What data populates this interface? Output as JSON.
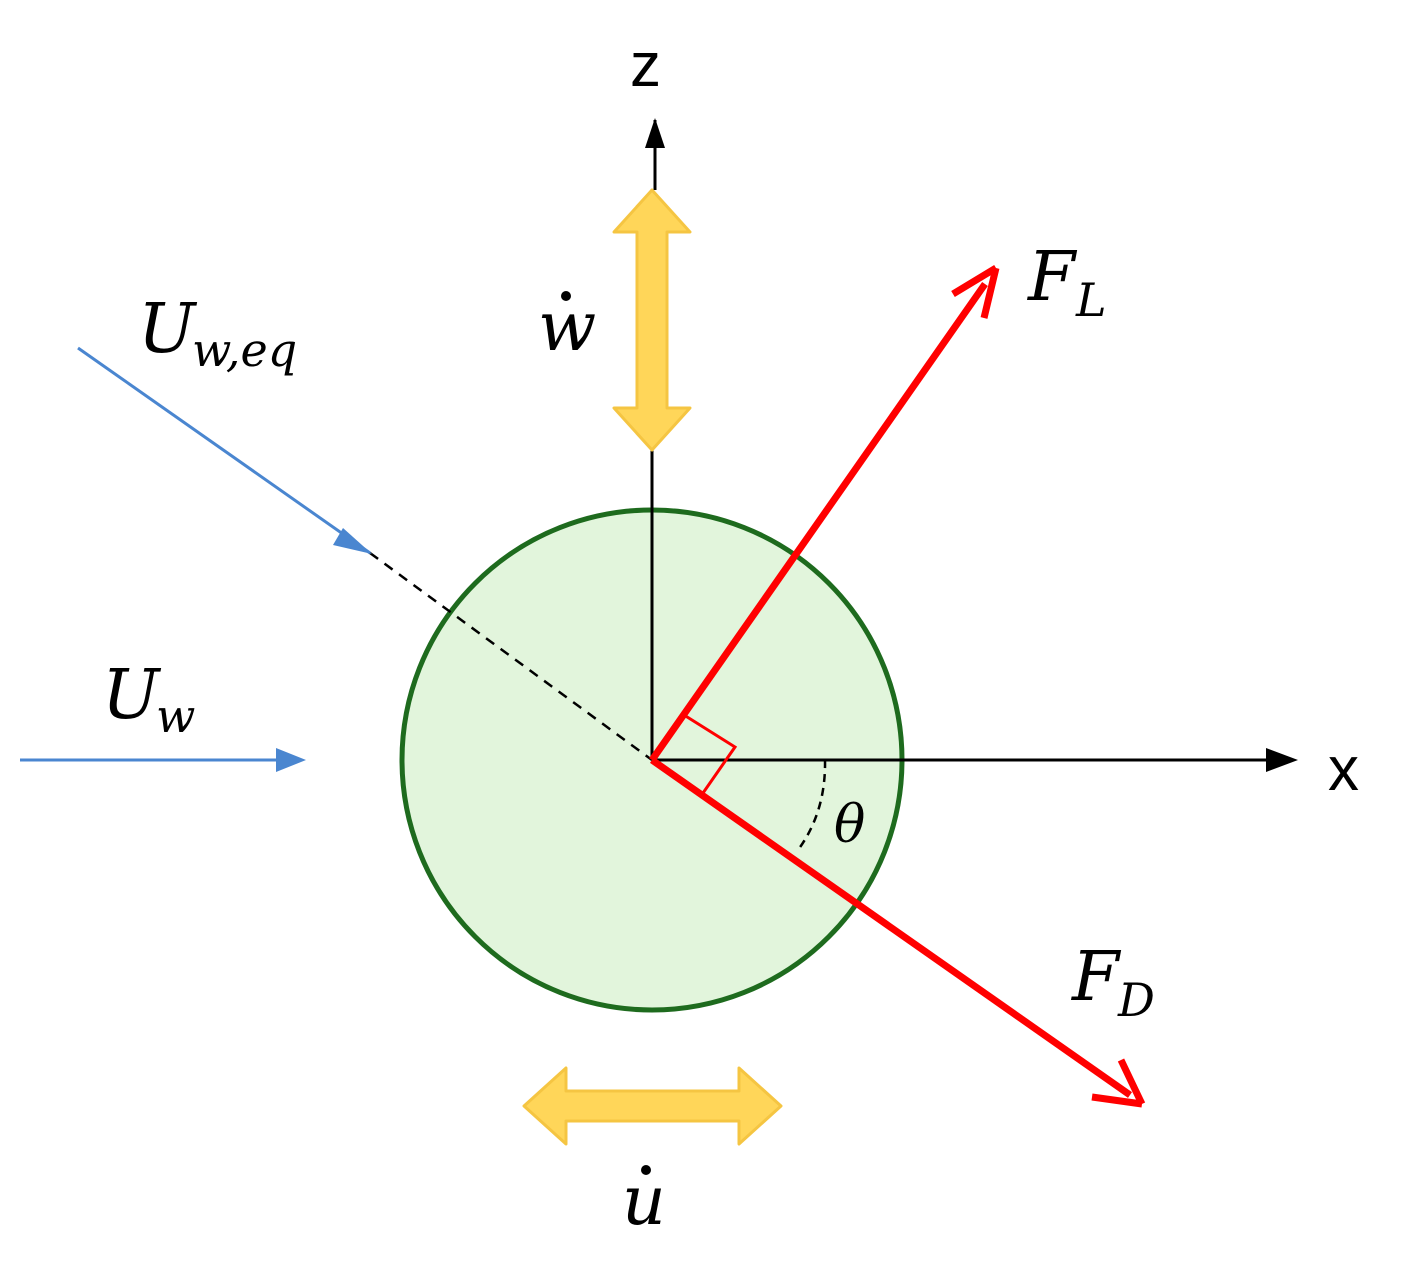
{
  "labels": {
    "z_axis": "z",
    "x_axis": "x",
    "u_w_eq_main": "U",
    "u_w_eq_sub": "w,eq",
    "u_w_main": "U",
    "u_w_sub": "w",
    "f_l_main": "F",
    "f_l_sub": "L",
    "f_d_main": "F",
    "f_d_sub": "D",
    "w_dot": "w",
    "u_dot": "u",
    "theta": "θ"
  },
  "colors": {
    "axis": "#000000",
    "flow": "#4a86d0",
    "force": "#ff0000",
    "circle_fill": "#e2f5dc",
    "circle_stroke": "#1e6b1e",
    "motion": "#ffd659",
    "motion_stroke": "#f5c542"
  }
}
